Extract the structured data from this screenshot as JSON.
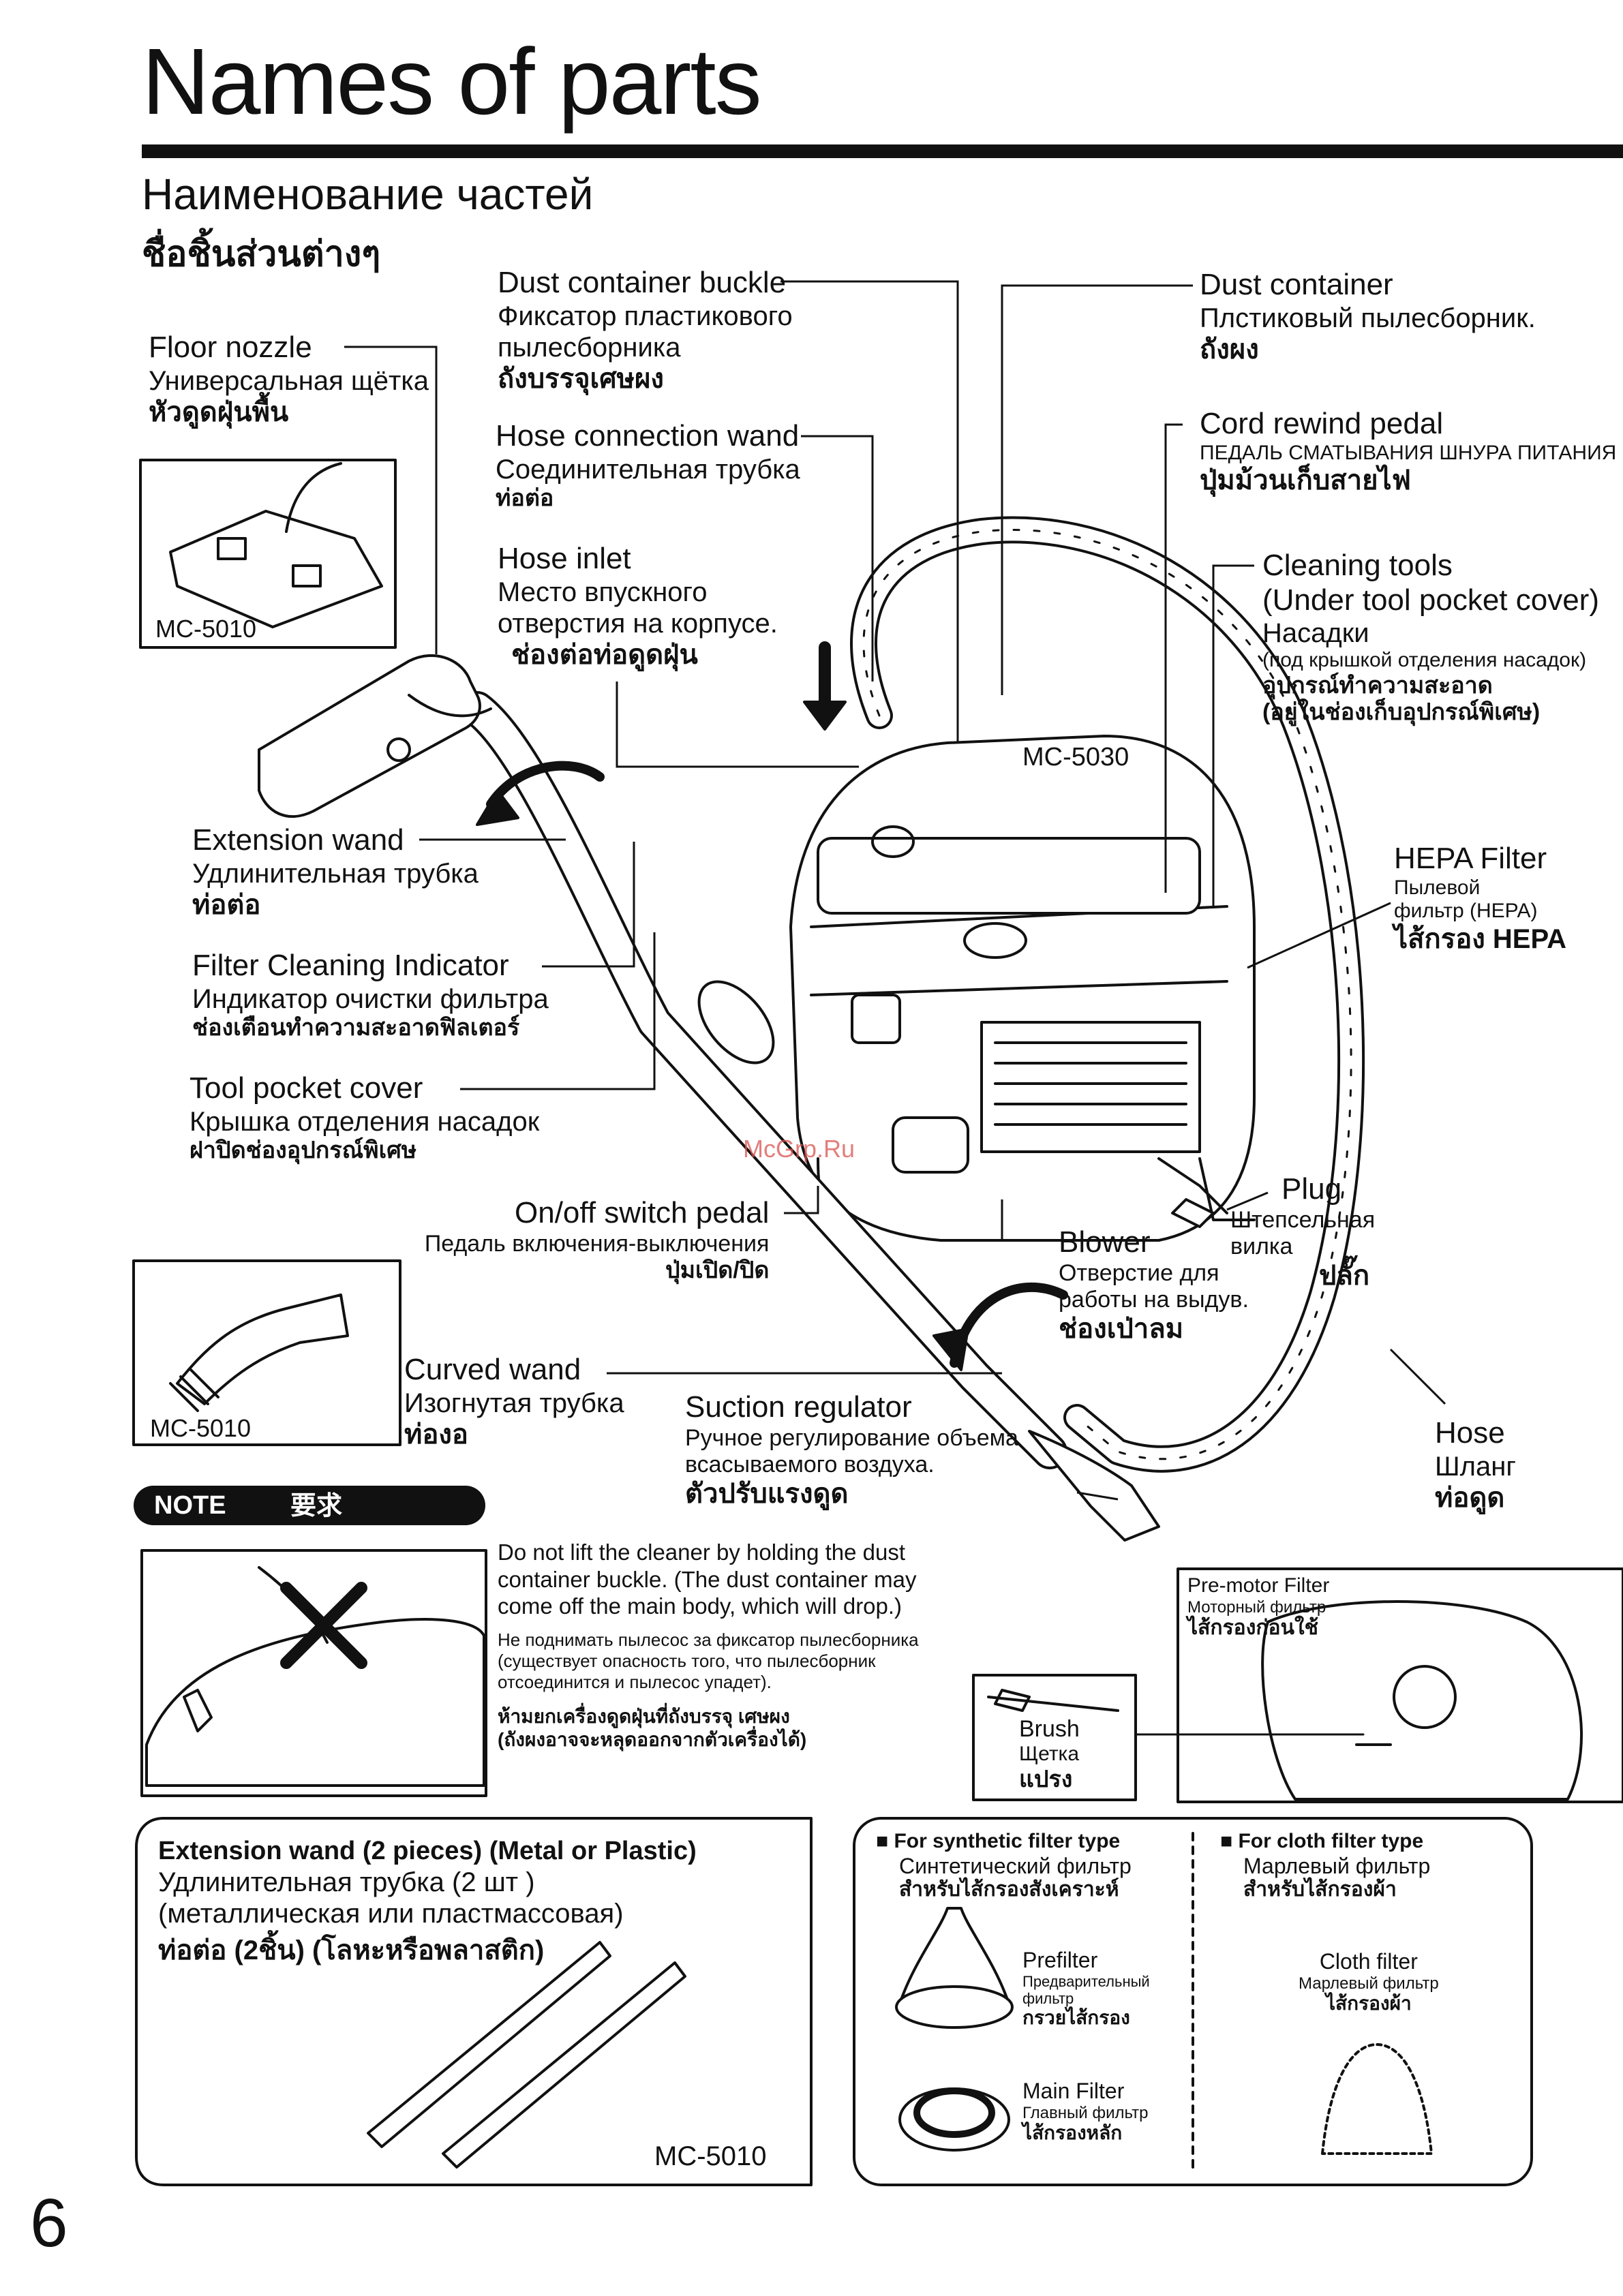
{
  "header": {
    "title_en": "Names of parts",
    "title_ru": "Наименование частей",
    "title_th": "ชื่อชิ้นส่วนต่างๆ"
  },
  "watermark": "McGrp.Ru",
  "models": {
    "body": "MC-5030",
    "floor_nozzle": "MC-5010",
    "curved_wand": "MC-5010",
    "extension_wand": "MC-5010"
  },
  "labels": {
    "floor_nozzle": {
      "en": "Floor nozzle",
      "ru": "Универсальная щётка",
      "th": "หัวดูดฝุ่นพื้น"
    },
    "dust_container_buckle": {
      "en": "Dust container buckle",
      "ru1": "Фиксатор пластикового",
      "ru2": "пылесборника",
      "th": "ถังบรรจุเศษผง"
    },
    "hose_connection_wand": {
      "en": "Hose connection wand",
      "ru": "Соединительная трубка",
      "th": "ท่อต่อ"
    },
    "hose_inlet": {
      "en": "Hose inlet",
      "ru1": "Место впускного",
      "ru2": "отверстия на корпусе.",
      "th": "ช่องต่อท่อดูดฝุ่น"
    },
    "dust_container": {
      "en": "Dust container",
      "ru": "Плстиковый пылесборник.",
      "th": "ถังผง"
    },
    "cord_rewind_pedal": {
      "en": "Cord rewind pedal",
      "ru": "ПЕДАЛЬ СМАТЫВАНИЯ ШНУРА ПИТАНИЯ",
      "th": "ปุ่มม้วนเก็บสายไฟ"
    },
    "cleaning_tools": {
      "en1": "Cleaning tools",
      "en2": "(Under tool pocket cover)",
      "ru1": "Насадки",
      "ru2": "(под крышкой отделения насадок)",
      "th1": "อุปกรณ์ทำความสะอาด",
      "th2": "(อยู่ในช่องเก็บอุปกรณ์พิเศษ)"
    },
    "hepa_filter": {
      "en": "HEPA Filter",
      "ru1": "Пылевой",
      "ru2": "фильтр (HEPA)",
      "th": "ไส้กรอง HEPA"
    },
    "extension_wand": {
      "en": "Extension wand",
      "ru": "Удлинительная трубка",
      "th": "ท่อต่อ"
    },
    "filter_cleaning_indicator": {
      "en": "Filter Cleaning Indicator",
      "ru": "Индикатор очистки фильтра",
      "th": "ช่องเตือนทำความสะอาดฟิลเตอร์"
    },
    "tool_pocket_cover": {
      "en": "Tool pocket cover",
      "ru": "Крышка отделения насадок",
      "th": "ฝาปิดช่องอุปกรณ์พิเศษ"
    },
    "on_off_switch_pedal": {
      "en": "On/off switch pedal",
      "ru": "Педаль включения-выключения",
      "th": "ปุ่มเปิด/ปิด"
    },
    "plug": {
      "en": "Plug",
      "ru1": "Штепсельная",
      "ru2": "вилка",
      "th": "ปลั๊ก"
    },
    "blower": {
      "en": "Blower",
      "ru1": "Отверстие для",
      "ru2": "работы на выдув.",
      "th": "ช่องเป่าลม"
    },
    "curved_wand": {
      "en": "Curved wand",
      "ru": "Изогнутая трубка",
      "th": "ท่องอ"
    },
    "suction_regulator": {
      "en": "Suction regulator",
      "ru1": "Ручное регулирование объема",
      "ru2": "всасываемого воздуха.",
      "th": "ตัวปรับแรงดูด"
    },
    "hose": {
      "en": "Hose",
      "ru": "Шланг",
      "th": "ท่อดูด"
    }
  },
  "note": {
    "badge_en": "NOTE",
    "badge_cjk": "要求",
    "en1": "Do not lift the cleaner by holding the dust",
    "en2": "container buckle. (The dust container may",
    "en3": "come off the main body, which will drop.)",
    "ru1": "Не поднимать пылесос за фиксатор пылесборника",
    "ru2": "(существует опасность того, что пылесборник",
    "ru3": "отсоединится и пылесос упадет).",
    "th1": "ห้ามยกเครื่องดูดฝุ่นที่ถังบรรจุ เศษผง",
    "th2": "(ถังผงอาจจะหลุดออกจากตัวเครื่องได้)"
  },
  "brush": {
    "en": "Brush",
    "ru": "Щетка",
    "th": "แปรง"
  },
  "premotor_filter": {
    "en": "Pre-motor Filter",
    "ru": "Моторный фильтр",
    "th": "ไส้กรองก่อนใช้"
  },
  "extension_box": {
    "en": "Extension wand (2 pieces) (Metal or Plastic)",
    "ru1": "Удлинительная трубка (2 шт )",
    "ru2": "(металлическая или пластмассовая)",
    "th": "ท่อต่อ (2ชิ้น) (โลหะหรือพลาสติก)"
  },
  "filter_box": {
    "synthetic": {
      "en": "For synthetic filter type",
      "ru": "Синтетический фильтр",
      "th": "สำหรับไส้กรองสังเคราะห์"
    },
    "cloth": {
      "en": "For cloth filter type",
      "ru": "Марлевый фильтр",
      "th": "สำหรับไส้กรองผ้า"
    },
    "prefilter": {
      "en": "Prefilter",
      "ru1": "Предварительный",
      "ru2": "фильтр",
      "th": "กรวยไส้กรอง"
    },
    "main_filter": {
      "en": "Main Filter",
      "ru": "Главный фильтр",
      "th": "ไส้กรองหลัก"
    },
    "cloth_filter": {
      "en": "Cloth filter",
      "ru": "Марлевый фильтр",
      "th": "ไส้กรองผ้า"
    }
  },
  "page_number": "6"
}
